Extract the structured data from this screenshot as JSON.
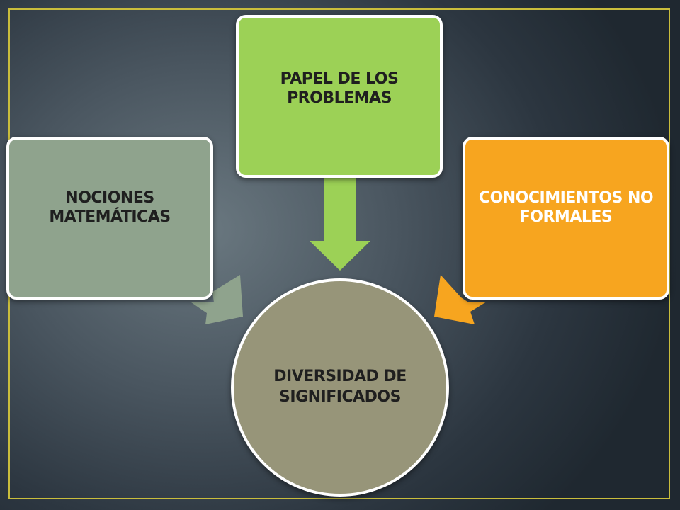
{
  "diagram": {
    "nodes": {
      "left": {
        "label": "NOCIONES MATEMÁTICAS"
      },
      "top": {
        "label": "PAPEL DE LOS PROBLEMAS"
      },
      "right": {
        "label": "CONOCIMIENTOS NO FORMALES"
      },
      "center": {
        "label": "DIVERSIDAD DE SIGNIFICADOS"
      }
    },
    "colors": {
      "left": "#8fa38d",
      "top": "#9cd156",
      "right": "#f7a51f",
      "center": "#979579",
      "frame": "#c9bd3c"
    }
  }
}
